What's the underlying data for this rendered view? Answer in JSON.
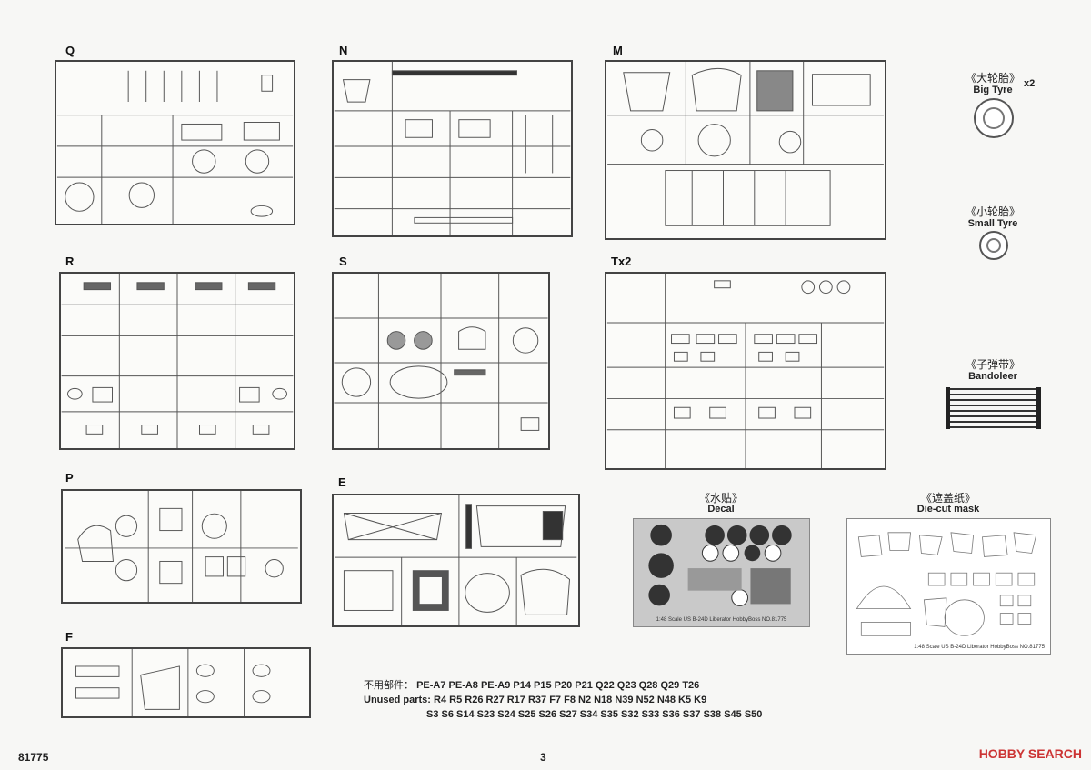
{
  "sprues": {
    "q": {
      "letter": "Q"
    },
    "n": {
      "letter": "N"
    },
    "m": {
      "letter": "M"
    },
    "r": {
      "letter": "R"
    },
    "s": {
      "letter": "S"
    },
    "tx2": {
      "letter": "Tx2"
    },
    "p": {
      "letter": "P"
    },
    "e": {
      "letter": "E"
    },
    "f": {
      "letter": "F"
    }
  },
  "big_tyre": {
    "cn": "《大轮胎》",
    "en": "Big Tyre",
    "count": "x2"
  },
  "small_tyre": {
    "cn": "《小轮胎》",
    "en": "Small Tyre"
  },
  "bandoleer": {
    "cn": "《子弹带》",
    "en": "Bandoleer"
  },
  "decal": {
    "cn": "《水贴》",
    "en": "Decal",
    "caption": "1:48 Scale US B-24D Liberator HobbyBoss NO.81775"
  },
  "mask": {
    "cn": "《遮盖纸》",
    "en": "Die-cut mask",
    "caption": "1:48 Scale US B-24D Liberator HobbyBoss NO.81775"
  },
  "unused": {
    "cn_label": "不用部件：",
    "en_label": "Unused parts:",
    "line1": "PE-A7  PE-A8  PE-A9  P14  P15  P20  P21  Q22  Q23  Q28  Q29  T26",
    "line2": "R4  R5  R26  R27  R17  R37  F7  F8  N2  N18  N39  N52  N48  K5  K9",
    "line3": "S3  S6  S14  S23  S24  S25  S26  S27  S34  S35  S32  S33  S36  S37  S38  S45  S50"
  },
  "footer": {
    "code": "81775",
    "page": "3",
    "watermark": "HOBBY SEARCH"
  },
  "colors": {
    "line": "#444444",
    "decal_grey": "#c9c9c9",
    "logo": "#cc3333"
  }
}
